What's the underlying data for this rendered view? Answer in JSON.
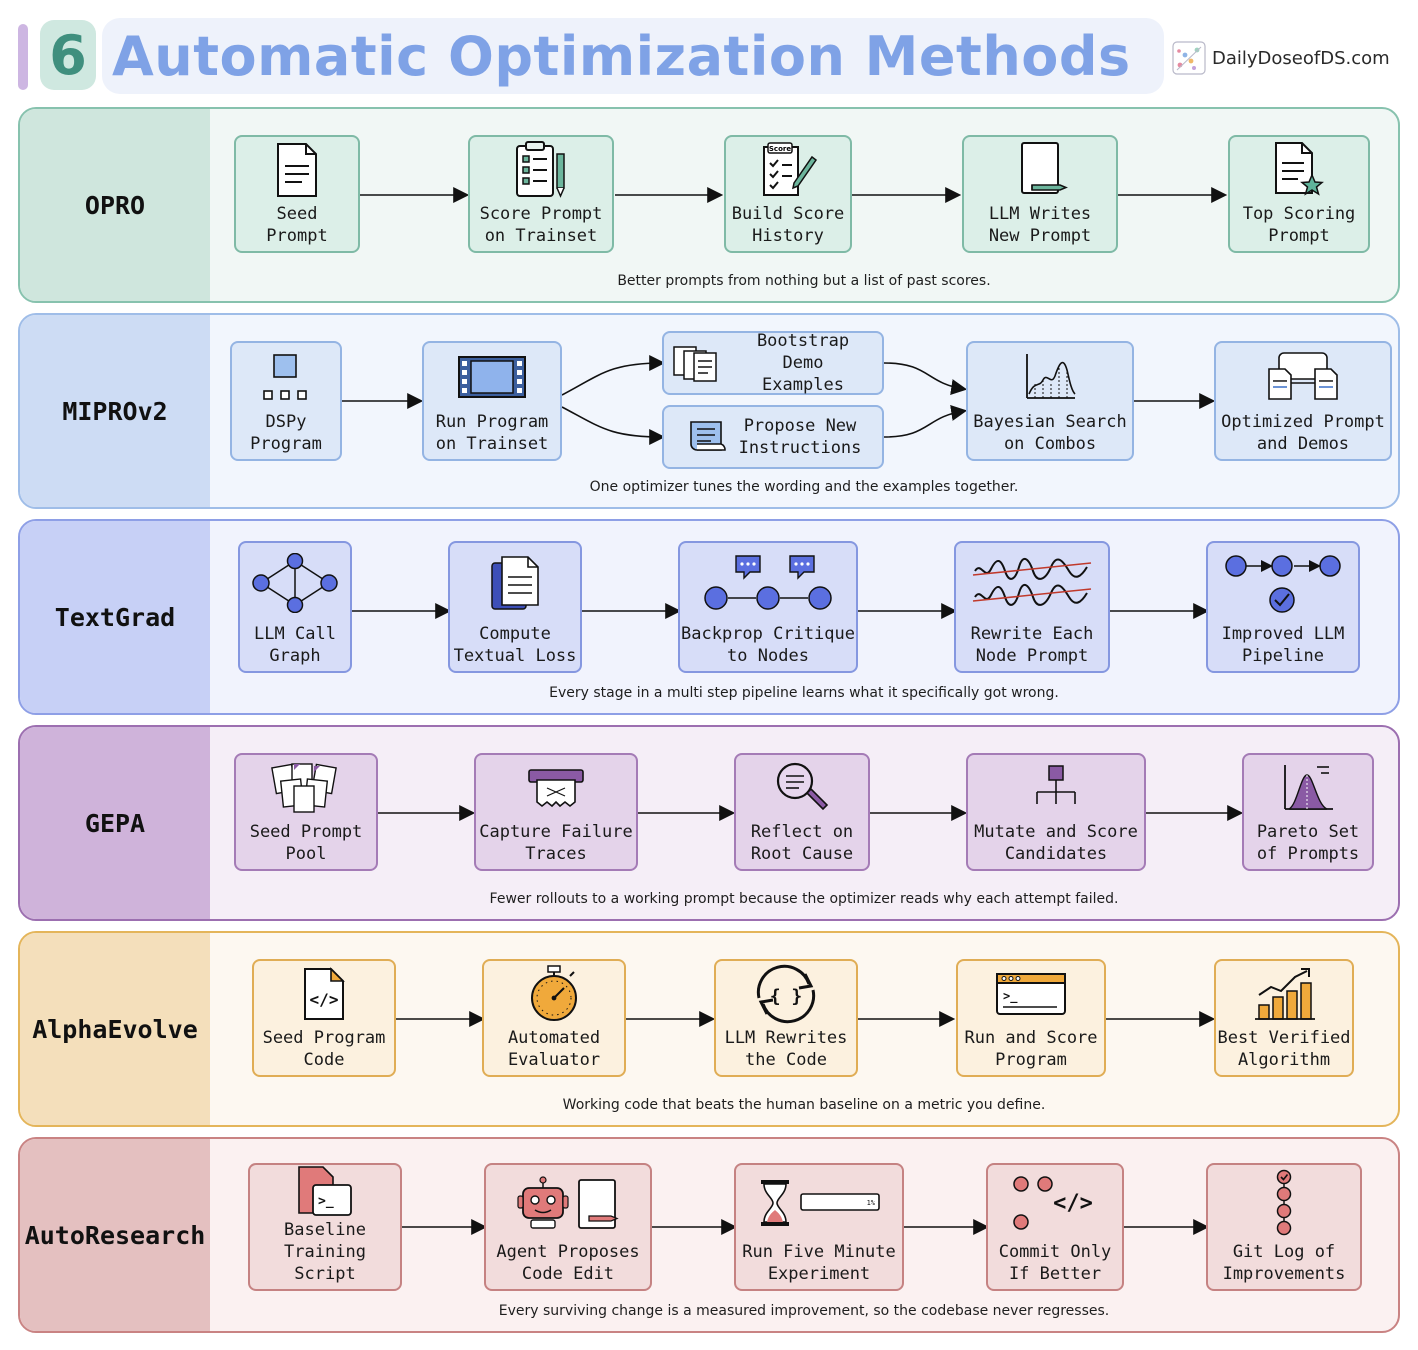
{
  "header": {
    "number": "6",
    "title": "Automatic Optimization Methods",
    "brand": "DailyDoseofDS.com"
  },
  "sections": {
    "opro": {
      "label": "OPRO",
      "caption": "Better prompts from nothing but a list of past scores.",
      "steps": [
        "Seed\nPrompt",
        "Score Prompt\non Trainset",
        "Build Score\nHistory",
        "LLM Writes\nNew Prompt",
        "Top Scoring\nPrompt"
      ],
      "icon_texts": {
        "score_tag": "Score"
      }
    },
    "mipro": {
      "label": "MIPROv2",
      "caption": "One optimizer tunes the wording and the examples together.",
      "steps": [
        "DSPy\nProgram",
        "Run Program\non Trainset",
        "Bootstrap Demo\nExamples",
        "Propose New\nInstructions",
        "Bayesian Search\non Combos",
        "Optimized Prompt\nand Demos"
      ]
    },
    "textgrad": {
      "label": "TextGrad",
      "caption": "Every stage in a multi step pipeline learns what it specifically got wrong.",
      "steps": [
        "LLM Call\nGraph",
        "Compute\nTextual Loss",
        "Backprop Critique\nto Nodes",
        "Rewrite Each\nNode Prompt",
        "Improved LLM\nPipeline"
      ]
    },
    "gepa": {
      "label": "GEPA",
      "caption": "Fewer rollouts to a working prompt because the optimizer reads why each attempt failed.",
      "steps": [
        "Seed Prompt\nPool",
        "Capture Failure\nTraces",
        "Reflect on\nRoot Cause",
        "Mutate and Score\nCandidates",
        "Pareto Set\nof Prompts"
      ]
    },
    "alphaevolve": {
      "label": "AlphaEvolve",
      "caption": "Working code that beats the human baseline on a metric you define.",
      "steps": [
        "Seed Program\nCode",
        "Automated\nEvaluator",
        "LLM Rewrites\nthe Code",
        "Run and Score\nProgram",
        "Best Verified\nAlgorithm"
      ],
      "icon_texts": {
        "code_glyph": "</>",
        "braces_glyph": "{ }",
        "prompt_glyph": ">_"
      }
    },
    "autoresearch": {
      "label": "AutoResearch",
      "caption": "Every surviving change is a measured improvement, so the codebase never regresses.",
      "steps": [
        "Baseline\nTraining Script",
        "Agent Proposes\nCode Edit",
        "Run Five Minute\nExperiment",
        "Commit Only\nIf Better",
        "Git Log of\nImprovements"
      ],
      "icon_texts": {
        "progress_label": "1%",
        "code_glyph": "</>",
        "prompt_glyph": ">_"
      }
    }
  },
  "colors": {
    "title": "#7fa2e6",
    "opro": "#87c2ae",
    "mipro": "#9fbde8",
    "textgrad": "#8e9fe6",
    "gepa": "#9c6fb0",
    "alphaevolve": "#e4b55a",
    "autoresearch": "#c98383"
  }
}
